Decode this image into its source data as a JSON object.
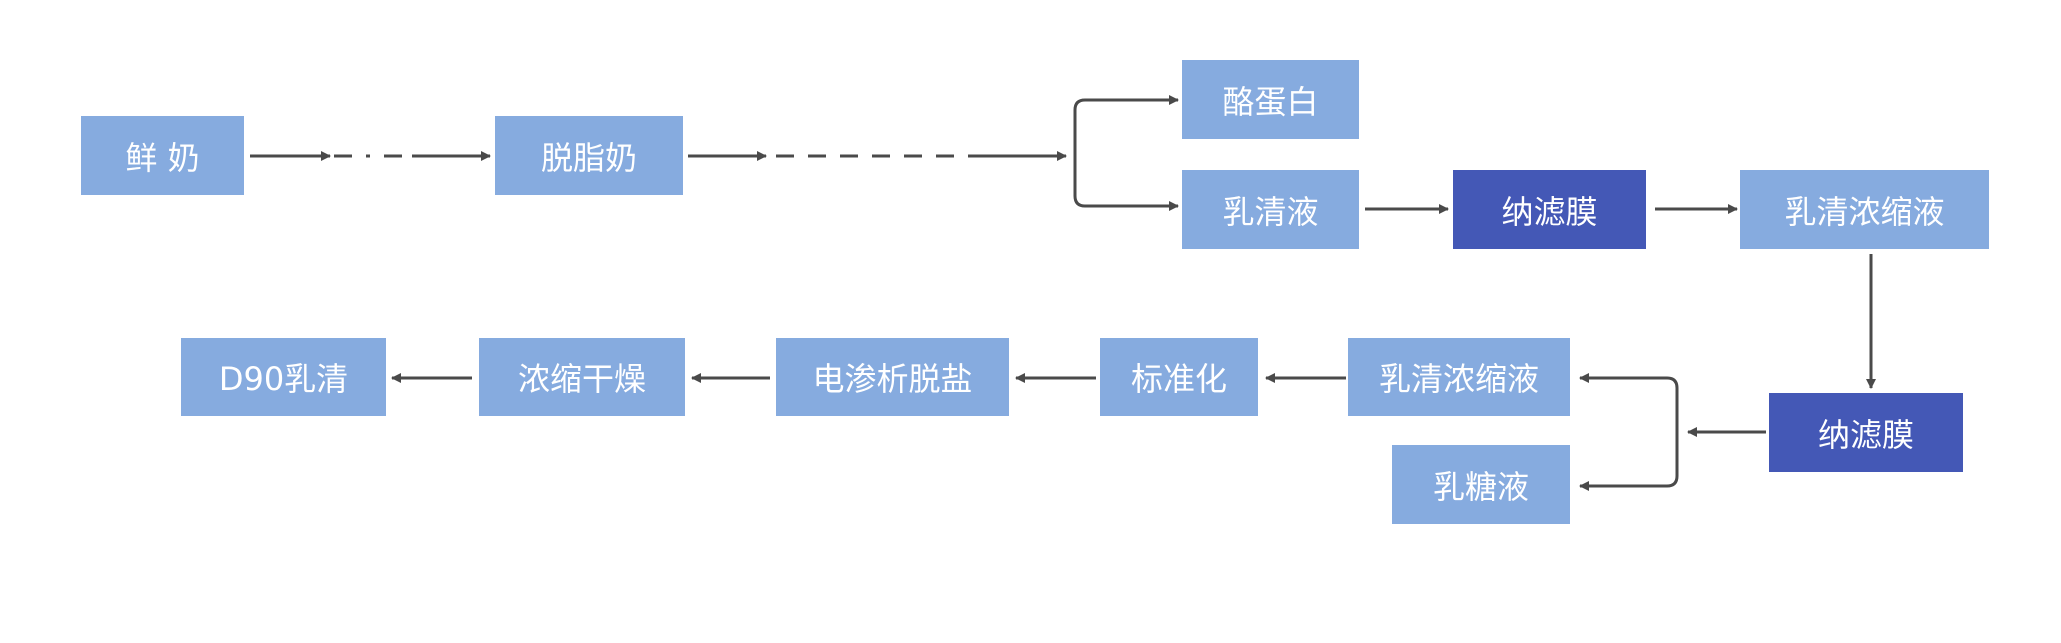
{
  "colors": {
    "light_node": "#86abdf",
    "dark_node": "#4458b6",
    "arrow": "#4a4a4a",
    "text": "#ffffff",
    "background": "#ffffff"
  },
  "nodes": {
    "fresh_milk": "鲜 奶",
    "skim_milk": "脱脂奶",
    "casein": "酪蛋白",
    "whey": "乳清液",
    "nanofiltration_1": "纳滤膜",
    "whey_concentrate_1": "乳清浓缩液",
    "nanofiltration_2": "纳滤膜",
    "whey_concentrate_2": "乳清浓缩液",
    "lactose": "乳糖液",
    "standardization": "标准化",
    "electrodialysis": "电渗析脱盐",
    "concentrate_dry": "浓缩干燥",
    "d90_whey": "D90乳清"
  }
}
